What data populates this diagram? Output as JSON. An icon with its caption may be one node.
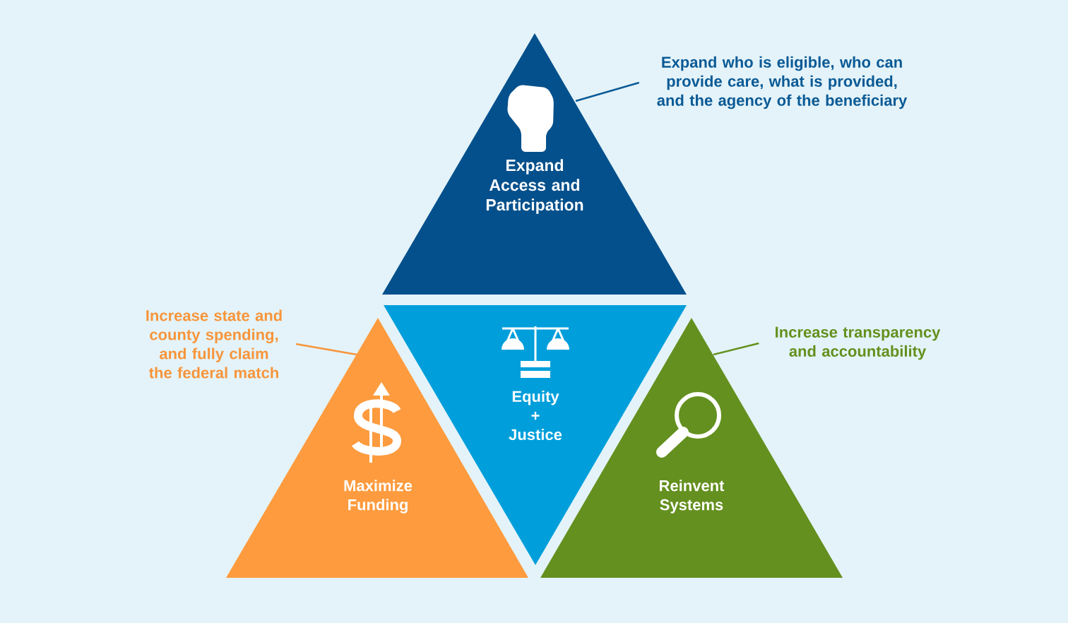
{
  "diagram": {
    "nodes": [
      {
        "text": [
          "Expand Access and Participation"
        ]
      },
      {
        "text": [
          "Equity + Justice"
        ]
      },
      {
        "text": [
          "Maximize Funding"
        ]
      },
      {
        "text": [
          "Reinvent Systems"
        ]
      },
      {
        "text": [
          "Expand who is eligible, who can provide care, what is provided, and the agency of the beneficiary"
        ]
      },
      {
        "text": [
          "Increase state and county spending, and fully claim the federal match"
        ]
      },
      {
        "text": [
          "Increase transparency and accountability"
        ]
      }
    ],
    "edges": [
      {
        "from": 4,
        "to": 0,
        "arrow": "none",
        "color": "#0a5a96"
      },
      {
        "from": 5,
        "to": 2,
        "arrow": "none",
        "color": "#f7953b"
      },
      {
        "from": 6,
        "to": 3,
        "arrow": "none",
        "color": "#63901d"
      }
    ]
  }
}
